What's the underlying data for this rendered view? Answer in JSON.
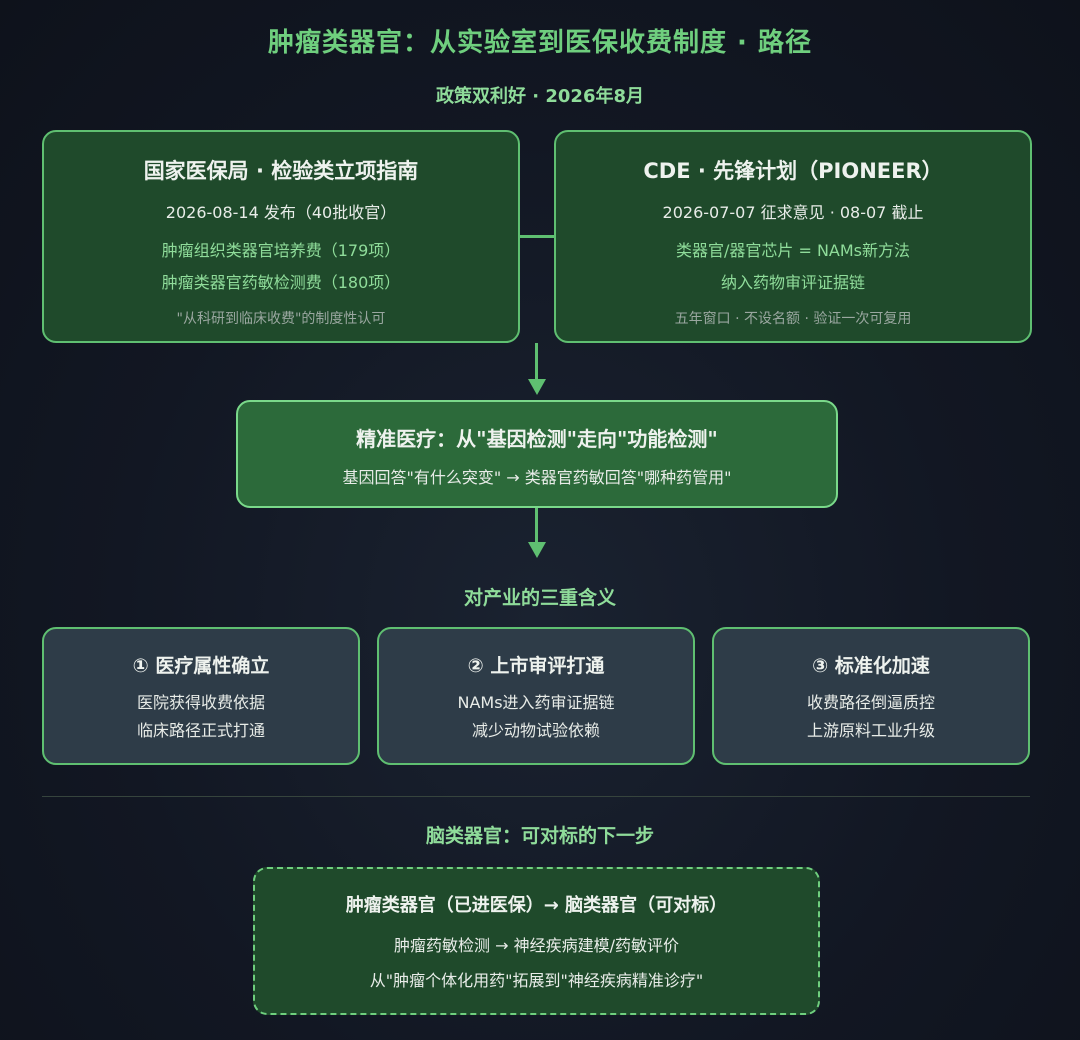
{
  "title": "肿瘤类器官：从实验室到医保收费制度 · 路径",
  "subtitle": "政策双利好 · 2026年8月",
  "policy_left": {
    "heading": "国家医保局 · 检验类立项指南",
    "date_line": "2026-08-14 发布（40批收官）",
    "item1": "肿瘤组织类器官培养费（179项）",
    "item2": "肿瘤类器官药敏检测费（180项）",
    "note": "\"从科研到临床收费\"的制度性认可"
  },
  "policy_right": {
    "heading": "CDE · 先锋计划（PIONEER）",
    "date_line": "2026-07-07 征求意见 · 08-07 截止",
    "item1": "类器官/器官芯片 = NAMs新方法",
    "item2": "纳入药物审评证据链",
    "note": "五年窗口 · 不设名额 · 验证一次可复用"
  },
  "precision": {
    "heading": "精准医疗：从\"基因检测\"走向\"功能检测\"",
    "line": "基因回答\"有什么突变\" → 类器官药敏回答\"哪种药管用\""
  },
  "industry": {
    "heading": "对产业的三重含义",
    "cards": [
      {
        "title": "① 医疗属性确立",
        "line1": "医院获得收费依据",
        "line2": "临床路径正式打通"
      },
      {
        "title": "② 上市审评打通",
        "line1": "NAMs进入药审证据链",
        "line2": "减少动物试验依赖"
      },
      {
        "title": "③ 标准化加速",
        "line1": "收费路径倒逼质控",
        "line2": "上游原料工业升级"
      }
    ]
  },
  "brain": {
    "heading": "脑类器官：可对标的下一步",
    "box_heading": "肿瘤类器官（已进医保）→ 脑类器官（可对标）",
    "line1": "肿瘤药敏检测 → 神经疾病建模/药敏评价",
    "line2": "从\"肿瘤个体化用药\"拓展到\"神经疾病精准诊疗\""
  },
  "colors": {
    "accent": "#6fcf7e",
    "box_green": "#1f4a2b",
    "box_slate": "#2e3c48",
    "background": "#121723"
  }
}
